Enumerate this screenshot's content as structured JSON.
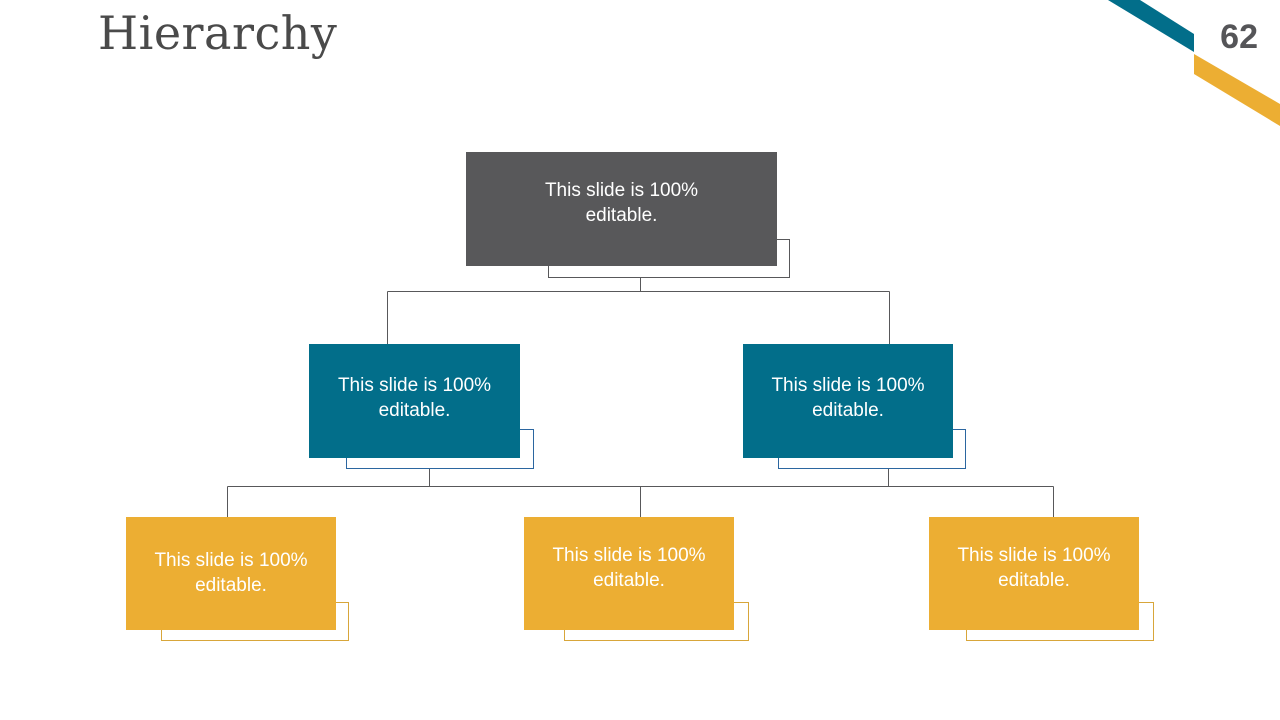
{
  "slide": {
    "title": "Hierarchy",
    "page_number": "62"
  },
  "colors": {
    "title_text": "#4a4a4a",
    "root_fill": "#58585a",
    "level2_fill": "#026e8a",
    "level3_fill": "#ecae33",
    "connector": "#58585a",
    "accent_teal": "#026e8a",
    "accent_gold": "#ecae33"
  },
  "hierarchy": {
    "root": {
      "label": "This slide is 100% editable."
    },
    "level2": [
      {
        "label": "This slide is 100% editable."
      },
      {
        "label": "This slide is 100% editable."
      }
    ],
    "level3": [
      {
        "label": "This slide is 100% editable."
      },
      {
        "label": "This slide is 100% editable."
      },
      {
        "label": "This slide is 100% editable."
      }
    ]
  }
}
